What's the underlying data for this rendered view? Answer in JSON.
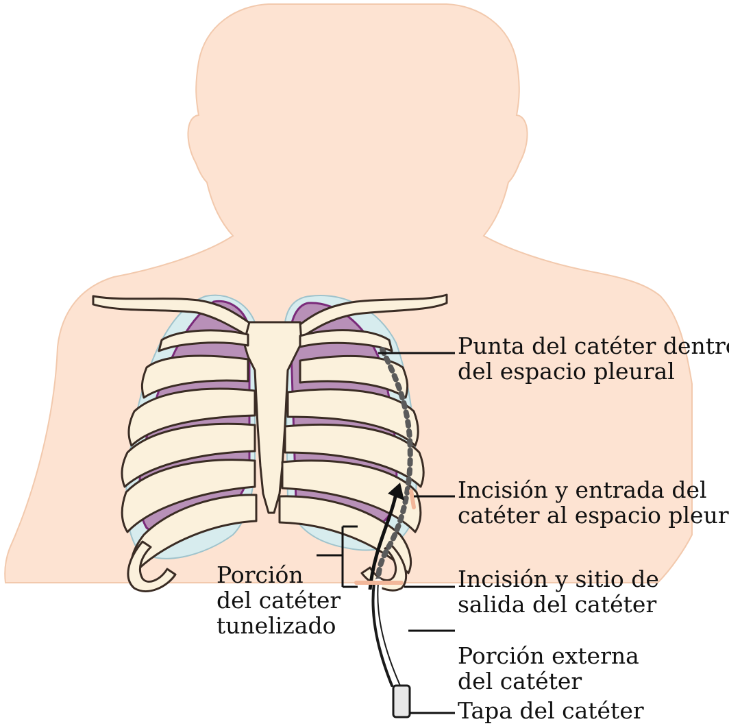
{
  "colors": {
    "background": "#ffffff",
    "skin": "#fde3d2",
    "skin_outline": "#f2c9ad",
    "lung": "#b890b8",
    "lung_outline": "#7a2a7a",
    "pleura": "#d7ecee",
    "bone": "#fbf1dc",
    "bone_outline": "#3a2c24",
    "catheter": "#1a1a1a",
    "leader": "#111111"
  },
  "icons": [
    "torso-silhouette",
    "rib-cage",
    "lungs",
    "catheter",
    "arrow"
  ],
  "labels": {
    "tip": {
      "line1": "Punta del catéter dentro",
      "line2": "del espacio pleural"
    },
    "entry": {
      "line1": "Incisión y entrada del",
      "line2": "catéter al espacio pleural"
    },
    "tunneled": {
      "line1": "Porción",
      "line2": "del catéter",
      "line3": "tunelizado"
    },
    "exit": {
      "line1": "Incisión y sitio de",
      "line2": "salida del catéter"
    },
    "external": {
      "line1": "Porción externa",
      "line2": "del catéter"
    },
    "cap": {
      "line1": "Tapa del catéter"
    }
  }
}
